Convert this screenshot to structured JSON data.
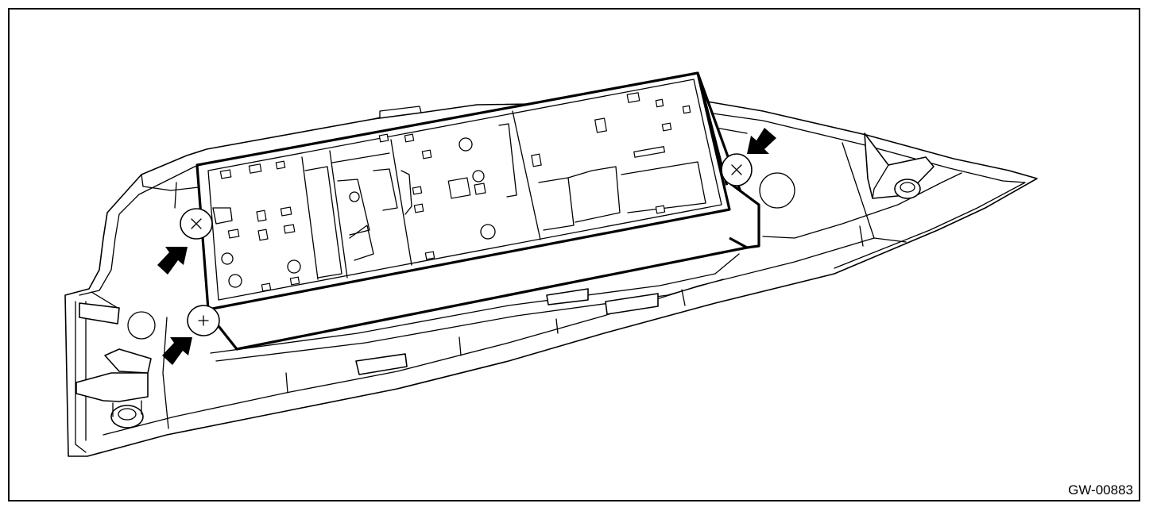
{
  "figure": {
    "code": "GW-00883",
    "subject": "switch-module-on-armrest-panel",
    "callouts": [
      {
        "name": "upper-left-clip-arrow"
      },
      {
        "name": "lower-left-clip-arrow"
      },
      {
        "name": "right-clip-arrow"
      }
    ]
  },
  "colors": {
    "line": "#000000",
    "background": "#ffffff"
  }
}
